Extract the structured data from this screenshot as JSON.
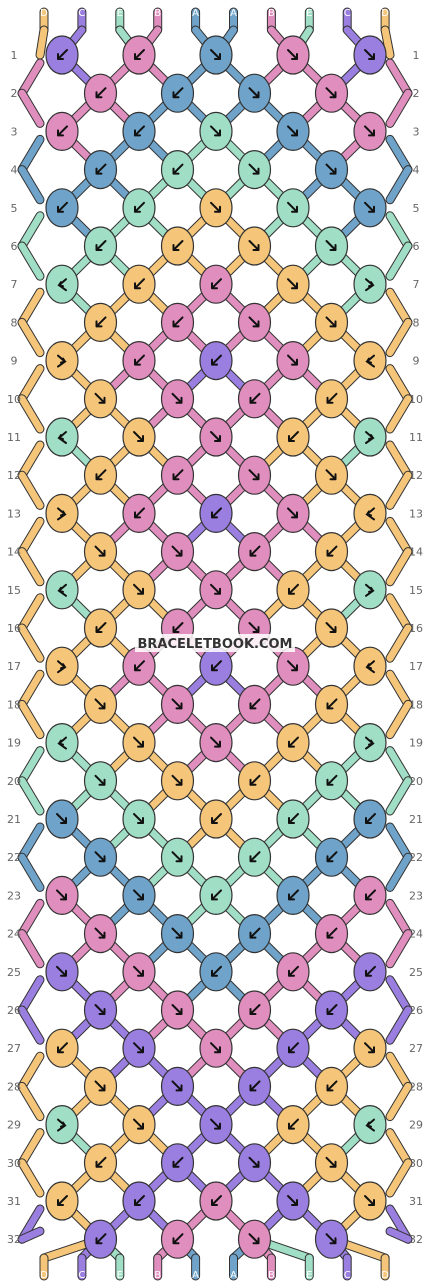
{
  "watermark": "BRACELETBOOK.COM",
  "colors": {
    "A": "#6FA3C9",
    "B": "#E08EBE",
    "C": "#9A7FE0",
    "D": "#F5C67A",
    "E": "#A0DEC5"
  },
  "strings_top": [
    "D",
    "C",
    "E",
    "B",
    "A",
    "A",
    "B",
    "E",
    "C",
    "D"
  ],
  "strings_bottom": [
    "D",
    "C",
    "E",
    "B",
    "A",
    "A",
    "B",
    "E",
    "C",
    "D"
  ],
  "rows": [
    {
      "num": "1",
      "knots": [
        {
          "c": "C",
          "d": "bl"
        },
        {
          "c": "B",
          "d": "bl"
        },
        {
          "c": "A",
          "d": "br"
        },
        {
          "c": "B",
          "d": "br"
        },
        {
          "c": "C",
          "d": "br"
        }
      ]
    },
    {
      "num": "2",
      "knots": [
        {
          "c": "B",
          "d": "bl"
        },
        {
          "c": "A",
          "d": "bl"
        },
        {
          "c": "A",
          "d": "br"
        },
        {
          "c": "B",
          "d": "br"
        }
      ]
    },
    {
      "num": "3",
      "knots": [
        {
          "c": "B",
          "d": "bl"
        },
        {
          "c": "A",
          "d": "bl"
        },
        {
          "c": "E",
          "d": "br"
        },
        {
          "c": "A",
          "d": "br"
        },
        {
          "c": "B",
          "d": "br"
        }
      ]
    },
    {
      "num": "4",
      "knots": [
        {
          "c": "A",
          "d": "bl"
        },
        {
          "c": "E",
          "d": "bl"
        },
        {
          "c": "E",
          "d": "br"
        },
        {
          "c": "A",
          "d": "br"
        }
      ]
    },
    {
      "num": "5",
      "knots": [
        {
          "c": "A",
          "d": "bl"
        },
        {
          "c": "E",
          "d": "bl"
        },
        {
          "c": "D",
          "d": "br"
        },
        {
          "c": "E",
          "d": "br"
        },
        {
          "c": "A",
          "d": "br"
        }
      ]
    },
    {
      "num": "6",
      "knots": [
        {
          "c": "E",
          "d": "bl"
        },
        {
          "c": "D",
          "d": "bl"
        },
        {
          "c": "D",
          "d": "br"
        },
        {
          "c": "E",
          "d": "br"
        }
      ]
    },
    {
      "num": "7",
      "knots": [
        {
          "c": "E",
          "d": "fl"
        },
        {
          "c": "D",
          "d": "bl"
        },
        {
          "c": "B",
          "d": "bl"
        },
        {
          "c": "D",
          "d": "br"
        },
        {
          "c": "E",
          "d": "fr"
        }
      ]
    },
    {
      "num": "8",
      "knots": [
        {
          "c": "D",
          "d": "bl"
        },
        {
          "c": "B",
          "d": "bl"
        },
        {
          "c": "B",
          "d": "br"
        },
        {
          "c": "D",
          "d": "br"
        }
      ]
    },
    {
      "num": "9",
      "knots": [
        {
          "c": "D",
          "d": "fr"
        },
        {
          "c": "B",
          "d": "bl"
        },
        {
          "c": "C",
          "d": "bl"
        },
        {
          "c": "B",
          "d": "br"
        },
        {
          "c": "D",
          "d": "fl"
        }
      ]
    },
    {
      "num": "10",
      "knots": [
        {
          "c": "D",
          "d": "br"
        },
        {
          "c": "B",
          "d": "br"
        },
        {
          "c": "B",
          "d": "bl"
        },
        {
          "c": "D",
          "d": "bl"
        }
      ]
    },
    {
      "num": "11",
      "knots": [
        {
          "c": "E",
          "d": "fl"
        },
        {
          "c": "D",
          "d": "br"
        },
        {
          "c": "B",
          "d": "br"
        },
        {
          "c": "D",
          "d": "bl"
        },
        {
          "c": "E",
          "d": "fr"
        }
      ]
    },
    {
      "num": "12",
      "knots": [
        {
          "c": "D",
          "d": "bl"
        },
        {
          "c": "B",
          "d": "bl"
        },
        {
          "c": "B",
          "d": "br"
        },
        {
          "c": "D",
          "d": "br"
        }
      ]
    },
    {
      "num": "13",
      "knots": [
        {
          "c": "D",
          "d": "fr"
        },
        {
          "c": "B",
          "d": "bl"
        },
        {
          "c": "C",
          "d": "bl"
        },
        {
          "c": "B",
          "d": "br"
        },
        {
          "c": "D",
          "d": "fl"
        }
      ]
    },
    {
      "num": "14",
      "knots": [
        {
          "c": "D",
          "d": "br"
        },
        {
          "c": "B",
          "d": "br"
        },
        {
          "c": "B",
          "d": "bl"
        },
        {
          "c": "D",
          "d": "bl"
        }
      ]
    },
    {
      "num": "15",
      "knots": [
        {
          "c": "E",
          "d": "fl"
        },
        {
          "c": "D",
          "d": "br"
        },
        {
          "c": "B",
          "d": "br"
        },
        {
          "c": "D",
          "d": "bl"
        },
        {
          "c": "E",
          "d": "fr"
        }
      ]
    },
    {
      "num": "16",
      "knots": [
        {
          "c": "D",
          "d": "bl"
        },
        {
          "c": "B",
          "d": "bl"
        },
        {
          "c": "B",
          "d": "br"
        },
        {
          "c": "D",
          "d": "br"
        }
      ]
    },
    {
      "num": "17",
      "knots": [
        {
          "c": "D",
          "d": "fr"
        },
        {
          "c": "B",
          "d": "bl"
        },
        {
          "c": "C",
          "d": "bl"
        },
        {
          "c": "B",
          "d": "br"
        },
        {
          "c": "D",
          "d": "fl"
        }
      ]
    },
    {
      "num": "18",
      "knots": [
        {
          "c": "D",
          "d": "br"
        },
        {
          "c": "B",
          "d": "br"
        },
        {
          "c": "B",
          "d": "bl"
        },
        {
          "c": "D",
          "d": "bl"
        }
      ]
    },
    {
      "num": "19",
      "knots": [
        {
          "c": "E",
          "d": "fl"
        },
        {
          "c": "D",
          "d": "br"
        },
        {
          "c": "B",
          "d": "br"
        },
        {
          "c": "D",
          "d": "bl"
        },
        {
          "c": "E",
          "d": "fr"
        }
      ]
    },
    {
      "num": "20",
      "knots": [
        {
          "c": "E",
          "d": "br"
        },
        {
          "c": "D",
          "d": "br"
        },
        {
          "c": "D",
          "d": "bl"
        },
        {
          "c": "E",
          "d": "bl"
        }
      ]
    },
    {
      "num": "21",
      "knots": [
        {
          "c": "A",
          "d": "br"
        },
        {
          "c": "E",
          "d": "br"
        },
        {
          "c": "D",
          "d": "bl"
        },
        {
          "c": "E",
          "d": "bl"
        },
        {
          "c": "A",
          "d": "bl"
        }
      ]
    },
    {
      "num": "22",
      "knots": [
        {
          "c": "A",
          "d": "br"
        },
        {
          "c": "E",
          "d": "br"
        },
        {
          "c": "E",
          "d": "bl"
        },
        {
          "c": "A",
          "d": "bl"
        }
      ]
    },
    {
      "num": "23",
      "knots": [
        {
          "c": "B",
          "d": "br"
        },
        {
          "c": "A",
          "d": "br"
        },
        {
          "c": "E",
          "d": "bl"
        },
        {
          "c": "A",
          "d": "bl"
        },
        {
          "c": "B",
          "d": "bl"
        }
      ]
    },
    {
      "num": "24",
      "knots": [
        {
          "c": "B",
          "d": "br"
        },
        {
          "c": "A",
          "d": "br"
        },
        {
          "c": "A",
          "d": "bl"
        },
        {
          "c": "B",
          "d": "bl"
        }
      ]
    },
    {
      "num": "25",
      "knots": [
        {
          "c": "C",
          "d": "br"
        },
        {
          "c": "B",
          "d": "br"
        },
        {
          "c": "A",
          "d": "bl"
        },
        {
          "c": "B",
          "d": "bl"
        },
        {
          "c": "C",
          "d": "bl"
        }
      ]
    },
    {
      "num": "26",
      "knots": [
        {
          "c": "C",
          "d": "br"
        },
        {
          "c": "B",
          "d": "br"
        },
        {
          "c": "B",
          "d": "bl"
        },
        {
          "c": "C",
          "d": "bl"
        }
      ]
    },
    {
      "num": "27",
      "knots": [
        {
          "c": "D",
          "d": "bl"
        },
        {
          "c": "C",
          "d": "br"
        },
        {
          "c": "B",
          "d": "br"
        },
        {
          "c": "C",
          "d": "bl"
        },
        {
          "c": "D",
          "d": "br"
        }
      ]
    },
    {
      "num": "28",
      "knots": [
        {
          "c": "D",
          "d": "br"
        },
        {
          "c": "C",
          "d": "br"
        },
        {
          "c": "C",
          "d": "bl"
        },
        {
          "c": "D",
          "d": "bl"
        }
      ]
    },
    {
      "num": "29",
      "knots": [
        {
          "c": "E",
          "d": "fr"
        },
        {
          "c": "D",
          "d": "br"
        },
        {
          "c": "C",
          "d": "br"
        },
        {
          "c": "D",
          "d": "bl"
        },
        {
          "c": "E",
          "d": "fl"
        }
      ]
    },
    {
      "num": "30",
      "knots": [
        {
          "c": "D",
          "d": "bl"
        },
        {
          "c": "C",
          "d": "bl"
        },
        {
          "c": "C",
          "d": "br"
        },
        {
          "c": "D",
          "d": "br"
        }
      ]
    },
    {
      "num": "31",
      "knots": [
        {
          "c": "D",
          "d": "bl"
        },
        {
          "c": "C",
          "d": "bl"
        },
        {
          "c": "B",
          "d": "bl"
        },
        {
          "c": "C",
          "d": "br"
        },
        {
          "c": "D",
          "d": "br"
        }
      ]
    },
    {
      "num": "32",
      "knots": [
        {
          "c": "C",
          "d": "bl"
        },
        {
          "c": "B",
          "d": "bl"
        },
        {
          "c": "B",
          "d": "br"
        },
        {
          "c": "C",
          "d": "br"
        }
      ]
    }
  ]
}
